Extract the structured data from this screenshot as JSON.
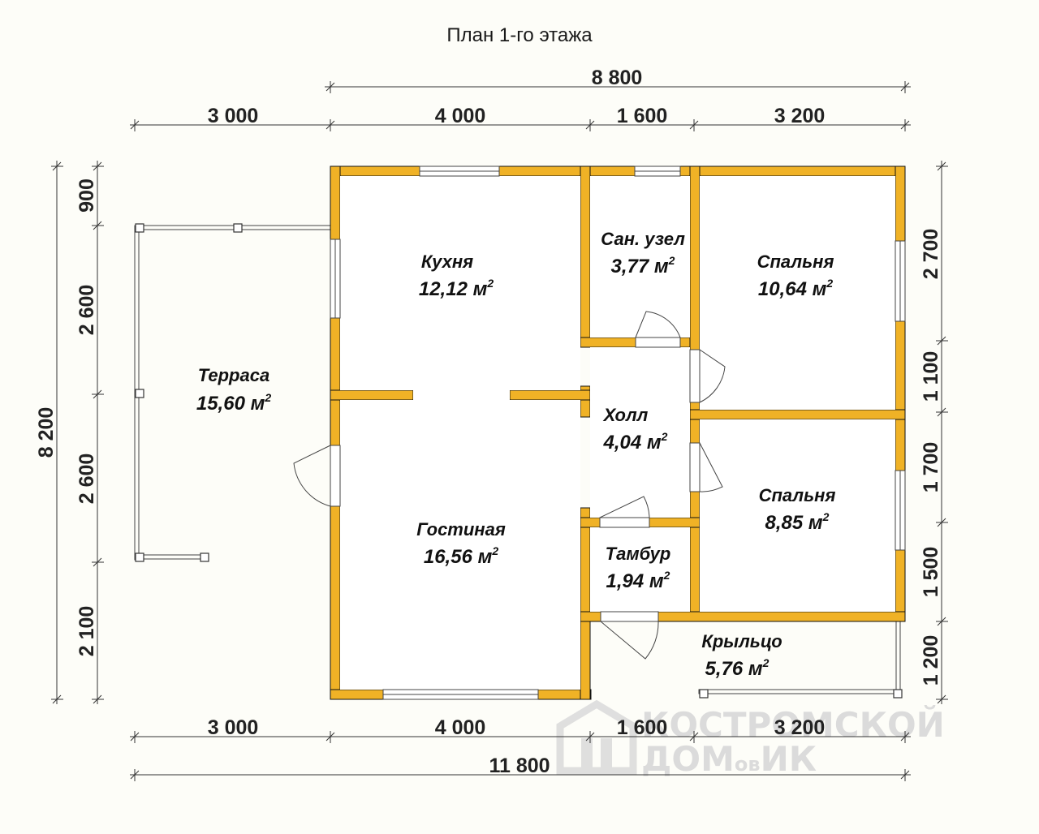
{
  "title": "План 1-го этажа",
  "colors": {
    "wall": "#f0b226",
    "wall_edge": "#111111",
    "background": "#fdfdf8",
    "dimension_line": "#333333"
  },
  "dimensions": {
    "top_total": "8 800",
    "top": [
      "3 000",
      "4 000",
      "1 600",
      "3 200"
    ],
    "bottom": [
      "3 000",
      "4 000",
      "1 600",
      "3 200"
    ],
    "bottom_total": "11 800",
    "left_total": "8 200",
    "left": [
      "900",
      "2 600",
      "2 600",
      "2 100"
    ],
    "right": [
      "2 700",
      "1 100",
      "1 700",
      "1 500",
      "1 200"
    ]
  },
  "rooms": [
    {
      "name": "Терраса",
      "area": "15,60 м",
      "unit_sup": "2"
    },
    {
      "name": "Кухня",
      "area": "12,12 м",
      "unit_sup": "2"
    },
    {
      "name": "Сан. узел",
      "area": "3,77 м",
      "unit_sup": "2"
    },
    {
      "name": "Спальня",
      "area": "10,64 м",
      "unit_sup": "2"
    },
    {
      "name": "Холл",
      "area": "4,04 м",
      "unit_sup": "2"
    },
    {
      "name": "Спальня",
      "area": "8,85 м",
      "unit_sup": "2"
    },
    {
      "name": "Гостиная",
      "area": "16,56 м",
      "unit_sup": "2"
    },
    {
      "name": "Тамбур",
      "area": "1,94 м",
      "unit_sup": "2"
    },
    {
      "name": "Крыльцо",
      "area": "5,76 м",
      "unit_sup": "2"
    }
  ],
  "watermark": {
    "line1": "КОСТРОМСКОЙ",
    "line2": "ДОМ",
    "line2_small": "ов",
    "line2_end": "ИК"
  }
}
